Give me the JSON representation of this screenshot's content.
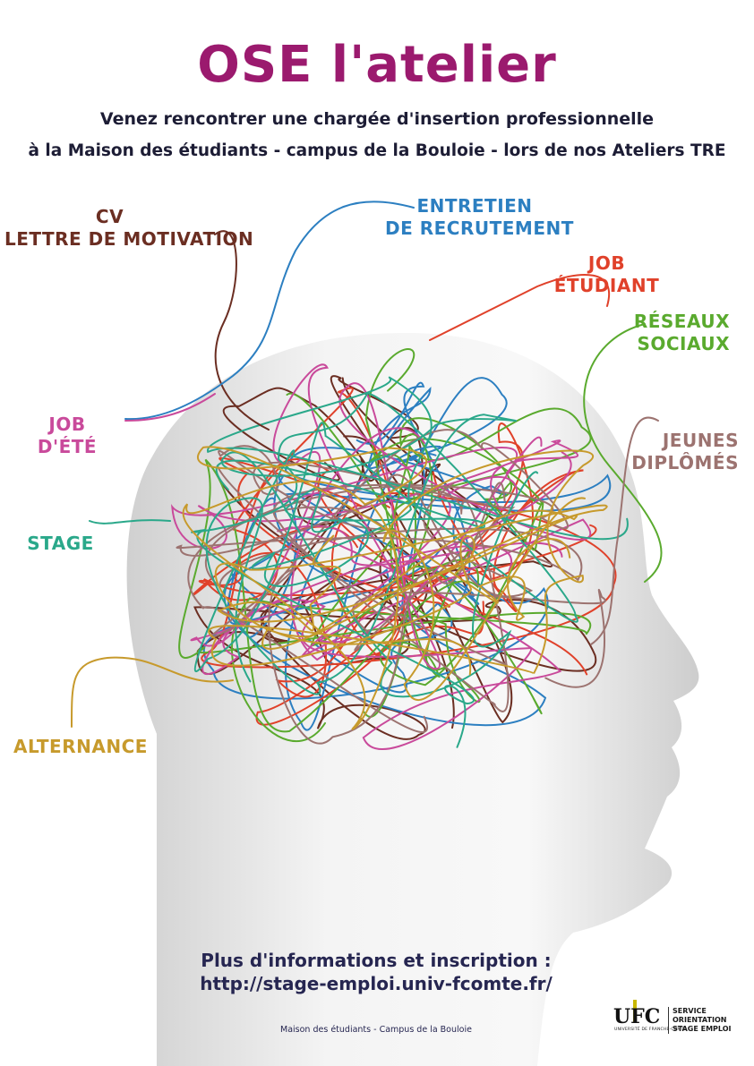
{
  "poster": {
    "title": "OSE l'atelier",
    "subtitle_line1": "Venez rencontrer une chargée d'insertion professionnelle",
    "subtitle_line2": "à la Maison des étudiants - campus de la Bouloie - lors de nos Ateliers TRE",
    "info_line1": "Plus d'informations et inscription :",
    "info_line2": "http://stage-emploi.univ-fcomte.fr/",
    "footer": "Maison des étudiants - Campus de la Bouloie"
  },
  "topics": [
    {
      "lines": [
        "CV",
        "LETTRE DE MOTIVATION"
      ],
      "color": "#6b2e22"
    },
    {
      "lines": [
        "ENTRETIEN",
        "DE RECRUTEMENT"
      ],
      "color": "#2c7fc1"
    },
    {
      "lines": [
        "JOB",
        "ÉTUDIANT"
      ],
      "color": "#e0412a"
    },
    {
      "lines": [
        "RÉSEAUX",
        "SOCIAUX"
      ],
      "color": "#5aaa2e"
    },
    {
      "lines": [
        "JOB",
        "D'ÉTÉ"
      ],
      "color": "#c94a9b"
    },
    {
      "lines": [
        "JEUNES",
        "DIPLÔMÉS"
      ],
      "color": "#9c7370"
    },
    {
      "lines": [
        "STAGE"
      ],
      "color": "#2aa88a"
    },
    {
      "lines": [
        "ALTERNANCE"
      ],
      "color": "#c79a2c"
    }
  ],
  "logo": {
    "mark": "UFC",
    "lines": [
      "SERVICE",
      "ORIENTATION",
      "STAGE EMPLOI"
    ],
    "sub": "UNIVERSITÉ DE FRANCHE-COMTÉ"
  },
  "colors": {
    "title": "#9b1a6e",
    "text": "#262651",
    "head_light": "#f7f7f7",
    "head_dark": "#cfcfcf"
  }
}
